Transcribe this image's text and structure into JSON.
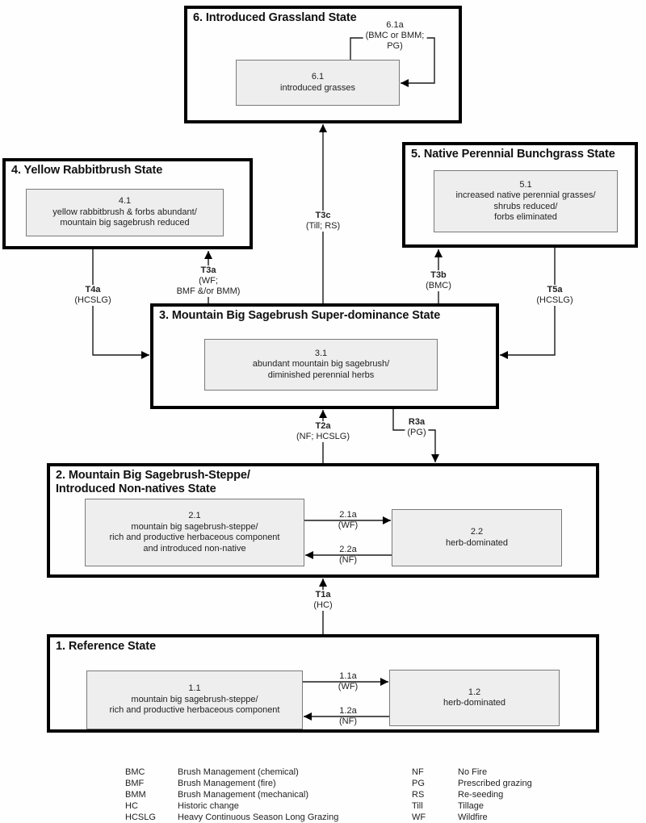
{
  "states": {
    "s1": {
      "title": "1. Reference State"
    },
    "s2": {
      "title": "2. Mountain Big Sagebrush-Steppe/\nIntroduced Non-natives State"
    },
    "s3": {
      "title": "3. Mountain Big Sagebrush Super-dominance State"
    },
    "s4": {
      "title": "4. Yellow Rabbitbrush State"
    },
    "s5": {
      "title": "5. Native Perennial Bunchgrass State"
    },
    "s6": {
      "title": "6. Introduced Grassland State"
    }
  },
  "communities": {
    "c61": {
      "id": "6.1",
      "text": "introduced grasses"
    },
    "c41": {
      "id": "4.1",
      "text": "yellow rabbitbrush & forbs abundant/\nmountain big sagebrush reduced"
    },
    "c51": {
      "id": "5.1",
      "text": "increased native perennial grasses/\nshrubs reduced/\nforbs eliminated"
    },
    "c31": {
      "id": "3.1",
      "text": "abundant mountain big sagebrush/\ndiminished perennial herbs"
    },
    "c21": {
      "id": "2.1",
      "text": "mountain big sagebrush-steppe/\nrich and productive herbaceous component\nand introduced non-native"
    },
    "c22": {
      "id": "2.2",
      "text": "herb-dominated"
    },
    "c11": {
      "id": "1.1",
      "text": "mountain big sagebrush-steppe/\nrich and productive herbaceous component"
    },
    "c12": {
      "id": "1.2",
      "text": "herb-dominated"
    }
  },
  "transitions": {
    "t61a": {
      "name": "6.1a",
      "cause": "(BMC or BMM;\nPG)"
    },
    "t3c": {
      "name": "T3c",
      "cause": "(Till; RS)"
    },
    "t3a": {
      "name": "T3a",
      "cause": "(WF;\nBMF &/or BMM)"
    },
    "t4a": {
      "name": "T4a",
      "cause": "(HCSLG)"
    },
    "t3b": {
      "name": "T3b",
      "cause": "(BMC)"
    },
    "t5a": {
      "name": "T5a",
      "cause": "(HCSLG)"
    },
    "t2a": {
      "name": "T2a",
      "cause": "(NF; HCSLG)"
    },
    "r3a": {
      "name": "R3a",
      "cause": "(PG)"
    },
    "t1a": {
      "name": "T1a",
      "cause": "(HC)"
    },
    "a21a": {
      "name": "2.1a",
      "cause": "(WF)"
    },
    "a22a": {
      "name": "2.2a",
      "cause": "(NF)"
    },
    "a11a": {
      "name": "1.1a",
      "cause": "(WF)"
    },
    "a12a": {
      "name": "1.2a",
      "cause": "(NF)"
    }
  },
  "legend": {
    "left": [
      {
        "code": "BMC",
        "label": "Brush Management (chemical)"
      },
      {
        "code": "BMF",
        "label": "Brush Management (fire)"
      },
      {
        "code": "BMM",
        "label": "Brush Management (mechanical)"
      },
      {
        "code": "HC",
        "label": "Historic change"
      },
      {
        "code": "HCSLG",
        "label": "Heavy Continuous Season Long Grazing"
      }
    ],
    "right": [
      {
        "code": "NF",
        "label": "No Fire"
      },
      {
        "code": "PG",
        "label": "Prescribed grazing"
      },
      {
        "code": "RS",
        "label": "Re-seeding"
      },
      {
        "code": "Till",
        "label": "Tillage"
      },
      {
        "code": "WF",
        "label": "Wildfire"
      }
    ]
  }
}
